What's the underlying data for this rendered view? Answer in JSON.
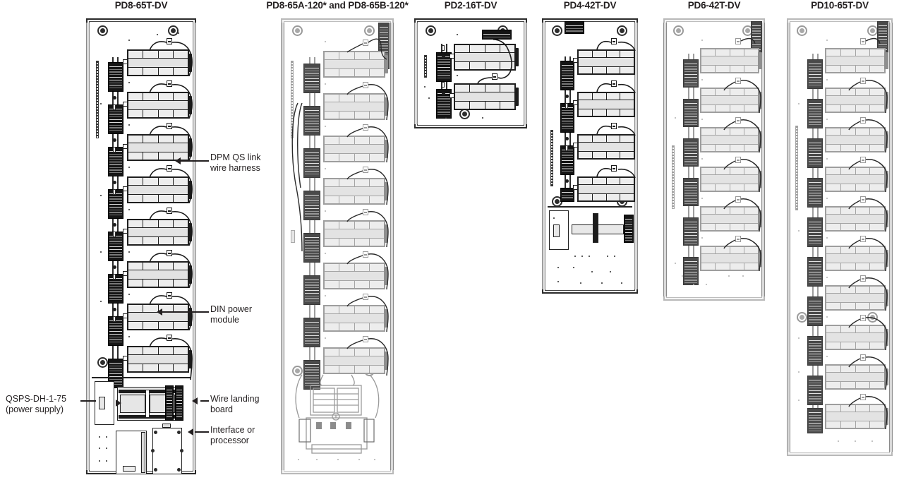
{
  "figure": {
    "kind": "electrical-panel-layout-diagram",
    "panel_count": 6
  },
  "panels": [
    {
      "id": "pd8-65t-dv",
      "title": "PD8-65T-DV",
      "module_count": 8,
      "style": "dark",
      "has_power_supply_section": true,
      "has_interface_section": true
    },
    {
      "id": "pd8-65a-120",
      "title": "PD8-65A-120* and PD8-65B-120*",
      "module_count": 8,
      "style": "light",
      "has_transformer_section": true
    },
    {
      "id": "pd2-16t-dv",
      "title": "PD2-16T-DV",
      "module_count": 2,
      "style": "dark"
    },
    {
      "id": "pd4-42t-dv",
      "title": "PD4-42T-DV",
      "module_count": 4,
      "style": "dark",
      "has_power_supply_section": true
    },
    {
      "id": "pd6-42t-dv",
      "title": "PD6-42T-DV",
      "module_count": 6,
      "style": "light"
    },
    {
      "id": "pd10-65t-dv",
      "title": "PD10-65T-DV",
      "module_count": 10,
      "style": "light"
    }
  ],
  "callouts": [
    {
      "id": "dpm-qs-link",
      "text": "DPM QS link\nwire harness",
      "side": "right"
    },
    {
      "id": "din-power-module",
      "text": "DIN power\nmodule",
      "side": "right"
    },
    {
      "id": "wire-landing-board",
      "text": "Wire landing\nboard",
      "side": "right"
    },
    {
      "id": "interface-or-processor",
      "text": "Interface or\nprocessor",
      "side": "right"
    },
    {
      "id": "qsps-power-supply",
      "text": "QSPS-DH-1-75\n(power supply)",
      "side": "left"
    }
  ],
  "colors": {
    "ink": "#231f20",
    "module_fill": "#e3e3e3",
    "module_stroke_dark": "#1f1f1f",
    "module_stroke_light": "#9e9e9e",
    "terminal_block": "#141414",
    "enclosure_fill": "#f4f4f4",
    "background": "#ffffff"
  }
}
